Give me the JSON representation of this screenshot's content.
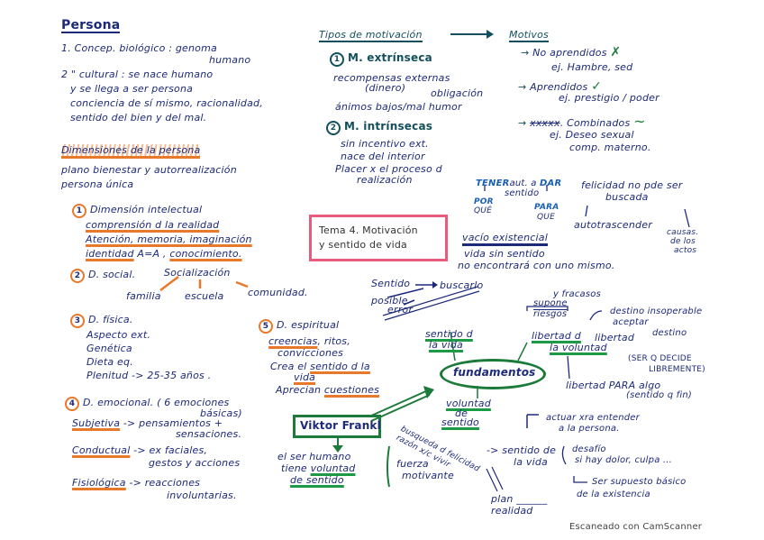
{
  "persona": {
    "title": "Persona",
    "item1": "1. Concep. biológico : genoma",
    "item1b": "humano",
    "item2": "2  \"   cultural : se nace humano",
    "item2b": "y se llega a ser persona",
    "item2c": "conciencia de sí mismo, racionalidad,",
    "item2d": "sentido del bien y del mal."
  },
  "dimensiones": {
    "title": "Dimensiones de la persona",
    "line1": "plano bienestar y autorrealización",
    "line2": "persona única",
    "d1": {
      "num": "1",
      "title": "Dimensión intelectual",
      "l1": "comprensión d la realidad",
      "l2": "Atención, memoria, imaginación",
      "l3a": "identidad",
      "l3b": "A=A ,",
      "l3c": "conocimiento."
    },
    "d2": {
      "num": "2",
      "title": "D. social.",
      "center": "Socialización",
      "items": [
        "familia",
        "escuela",
        "comunidad."
      ]
    },
    "d3": {
      "num": "3",
      "title": "D. física.",
      "items": [
        "Aspecto ext.",
        "Genética",
        "Dieta eq.",
        "Plenitud -> 25-35 años ."
      ]
    },
    "d4": {
      "num": "4",
      "title": "D. emocional. ( 6 emociones",
      "title2": "básicas)",
      "sub": [
        {
          "label": "Subjetiva",
          "text": "-> pensamientos +",
          "text2": "sensaciones."
        },
        {
          "label": "Conductual",
          "text": "-> ex faciales,",
          "text2": "gestos y acciones"
        },
        {
          "label": "Fisiológica",
          "text": "-> reacciones",
          "text2": "involuntarias."
        }
      ]
    },
    "d5": {
      "num": "5",
      "title": "D. espiritual",
      "l1a": "creencias",
      "l1b": ", ritos,",
      "l2": "convicciones",
      "l3a": "Crea el ",
      "l3b": "sentido d la",
      "l3c": "vida",
      "l4a": "Aprecian ",
      "l4b": "cuestiones"
    }
  },
  "tipos": {
    "title": "Tipos de motivación",
    "m1": {
      "num": "1",
      "title": "M. extrínseca",
      "l1": "recompensas externas",
      "l2": "(dinero)",
      "l3": "obligación",
      "l4": "ánimos bajos/mal humor"
    },
    "m2": {
      "num": "2",
      "title": "M. intrínsecas",
      "l1": "sin incentivo ext.",
      "l2": "nace del interior",
      "l3": "Placer x el proceso d",
      "l4": "realización"
    }
  },
  "motivos": {
    "title": "Motivos",
    "items": [
      {
        "label": "No aprendidos",
        "mark": "✗",
        "example": "ej. Hambre, sed"
      },
      {
        "label": "Aprendidos",
        "mark": "✓",
        "example": "ej. prestigio / poder"
      },
      {
        "label": "Combinados",
        "mark": "~",
        "example": "ej. Deseo sexual",
        "example2": "comp. materno."
      }
    ]
  },
  "sentido": {
    "tener": "TENER",
    "aut": "aut. a",
    "dar": "DAR",
    "sentido": "sentido",
    "porque": "POR",
    "porque2": "QUÉ",
    "paraque": "PARA",
    "paraque2": "QUE",
    "felicidad": "felicidad no pde ser",
    "felicidad2": "buscada",
    "autotrascender": "autotrascender",
    "causas": "causas.",
    "causas2": "de los",
    "causas3": "actos",
    "vacio": "vacío existencial",
    "vacio1": "vida sin sentido",
    "vacio2": "no encontrará con uno mismo.",
    "buscar_a": "Sentido",
    "buscar_b": "buscarlo",
    "error": "posible",
    "error2": "error"
  },
  "tema": {
    "line1": "Tema 4. Motivación",
    "line2": "y sentido de vida"
  },
  "fundamentos": {
    "center": "fundamentos",
    "sentido_vida": "sentido d",
    "sentido_vida2": "la vida",
    "voluntad": "voluntad",
    "voluntad2": "de",
    "voluntad3": "sentido",
    "fracasos": "y fracasos",
    "riesgos": "supone",
    "riesgos2": "riesgos",
    "destino": "destino insoperable",
    "aceptar": "aceptar",
    "destino2": "destino",
    "libertad_vol": "libertad d",
    "libertad_vol2": "la voluntad",
    "libertad": "libertad",
    "ser_decide": "(SER Q DECIDE",
    "ser_decide2": "LIBREMENTE)",
    "libertad_para": "libertad PARA algo",
    "libertad_para2": "(sentido q fin)"
  },
  "frankl": {
    "name": "Viktor Frankl",
    "l1": "el ser humano",
    "l2a": "tiene ",
    "l2b": "voluntad",
    "l3": "de sentido",
    "fuerza": "fuerza",
    "fuerza2": "motivante",
    "busqueda": "busqueda d felicidad",
    "busqueda2": "razón x/c vivir",
    "sentido_de": "-> sentido de",
    "sentido_de2": "la vida",
    "desafio": "desafío",
    "desafio2": "si hay dolor, culpa ...",
    "supuesto": "Ser supuesto básico",
    "supuesto2": "de la existencia",
    "actuar": "actuar xra entender",
    "actuar2": "a la persona.",
    "plan": "plan ______",
    "plan2": "realidad"
  },
  "footer": "Escaneado con CamScanner",
  "colors": {
    "ink": "#1d2a7a",
    "green": "#1c7a3a",
    "orange": "#e8782a",
    "pink": "#ea5a7a",
    "teal": "#134f5c"
  }
}
